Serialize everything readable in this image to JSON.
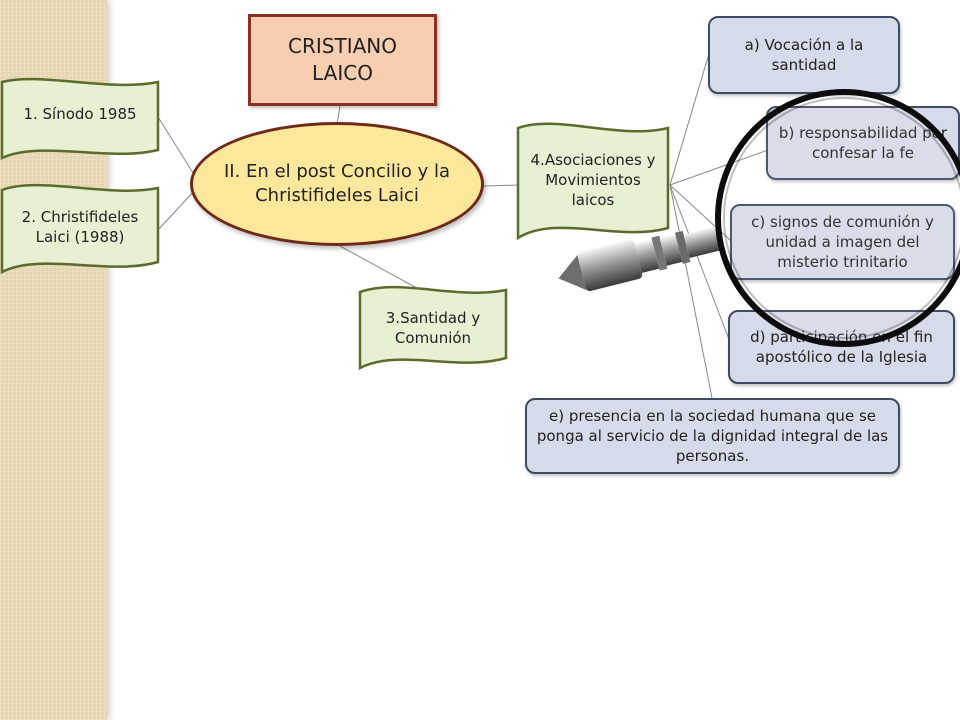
{
  "title": "CRISTIANO LAICO",
  "center": "II. En el post Concilio y la Christifideles Laici",
  "left_branches": [
    {
      "label": "1. Sínodo 1985"
    },
    {
      "label": "2. Christifideles Laici (1988)"
    }
  ],
  "bottom_branch": {
    "label": "3.Santidad y Comunión"
  },
  "right_branch": {
    "label": "4.Asociaciones y Movimientos laicos"
  },
  "criteria": [
    {
      "label": "a) Vocación a la santidad"
    },
    {
      "label": "b) responsabilidad por confesar la fe"
    },
    {
      "label": "c) signos de comunión y unidad a imagen del misterio trinitario"
    },
    {
      "label": "d) participación en el fin apostólico de la Iglesia"
    },
    {
      "label": "e) presencia en la sociedad humana que se ponga al servicio de la dignidad integral de las personas."
    }
  ],
  "colors": {
    "title_fill": "#f9cdb0",
    "title_border": "#8b2f1e",
    "center_fill": "#fde79b",
    "center_border": "#6e2a18",
    "branch_fill": "#e6f0d3",
    "branch_border": "#5a6b2c",
    "criteria_fill": "#d5dbe8",
    "criteria_border": "#3f4a63",
    "sidebar": "#e7d5b0"
  },
  "icons": {
    "magnifier": "magnifying-glass-icon"
  }
}
